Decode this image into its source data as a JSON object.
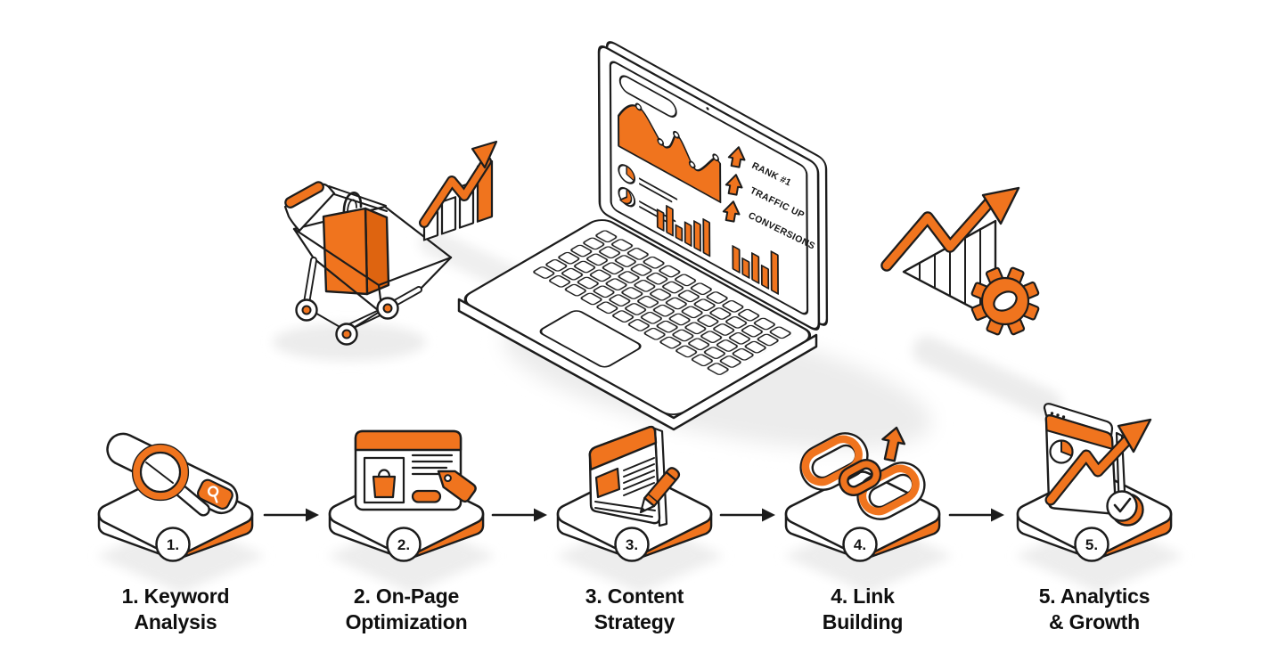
{
  "theme": {
    "accent": "#F0741E",
    "accent_dark": "#DE6410",
    "outline": "#1C1C1C",
    "shadow": "#ECECEC",
    "background": "#FFFFFF",
    "text": "#0F0F0F"
  },
  "hero": {
    "decorations": [
      {
        "icon": "shopping-cart-with-bag-icon"
      },
      {
        "icon": "growth-bars-arrow-small-icon"
      },
      {
        "icon": "laptop-analytics-dashboard-icon"
      },
      {
        "icon": "growth-bars-arrow-gear-icon"
      }
    ],
    "laptop_screen": {
      "charts": [
        "area-trend-chart",
        "pie-stat",
        "pie-stat",
        "bar-chart",
        "bar-chart"
      ],
      "metrics": [
        {
          "icon": "up-arrow-icon",
          "label": "RANK #1"
        },
        {
          "icon": "up-arrow-icon",
          "label": "TRAFFIC UP"
        },
        {
          "icon": "up-arrow-icon",
          "label": "CONVERSIONS"
        }
      ]
    }
  },
  "steps": [
    {
      "badge": "1.",
      "label_line1": "1. Keyword",
      "label_line2": "Analysis",
      "icon": "search-magnifier-icon"
    },
    {
      "badge": "2.",
      "label_line1": "2. On-Page",
      "label_line2": "Optimization",
      "icon": "browser-product-tag-icon"
    },
    {
      "badge": "3.",
      "label_line1": "3. Content",
      "label_line2": "Strategy",
      "icon": "document-pencil-icon"
    },
    {
      "badge": "4.",
      "label_line1": "4. Link",
      "label_line2": "Building",
      "icon": "chain-links-icon"
    },
    {
      "badge": "5.",
      "label_line1": "5. Analytics",
      "label_line2": "& Growth",
      "icon": "analytics-growth-icon"
    }
  ]
}
